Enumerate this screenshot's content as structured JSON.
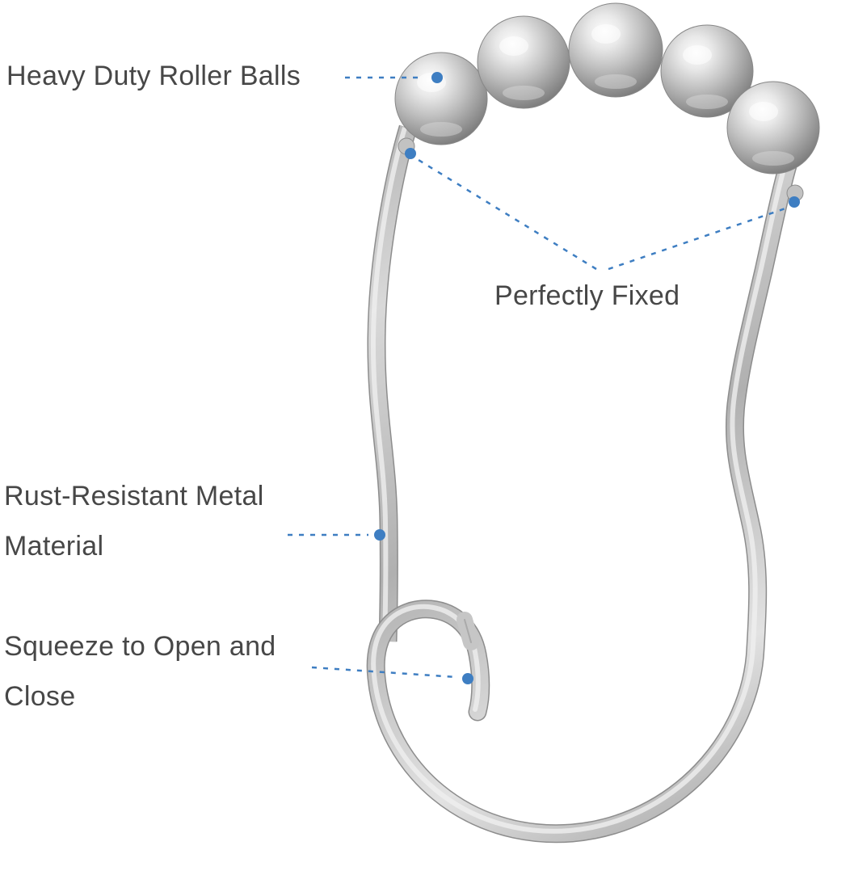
{
  "image": {
    "subject": "shower-curtain-hook-with-roller-balls",
    "ball_count": 5
  },
  "annotations": {
    "roller_balls": {
      "text": "Heavy Duty Roller Balls"
    },
    "perfectly_fixed": {
      "text": "Perfectly Fixed"
    },
    "rust_resistant": {
      "line1": "Rust-Resistant Metal",
      "line2": "Material"
    },
    "squeeze": {
      "line1": "Squeeze to Open and",
      "line2": "Close"
    }
  },
  "colors": {
    "label_text": "#474747",
    "leader_line": "#3e7ec2",
    "leader_dot": "#3e7ec2",
    "background": "#ffffff",
    "metal_light": "#ececec",
    "metal_dark": "#8f8f8f"
  }
}
